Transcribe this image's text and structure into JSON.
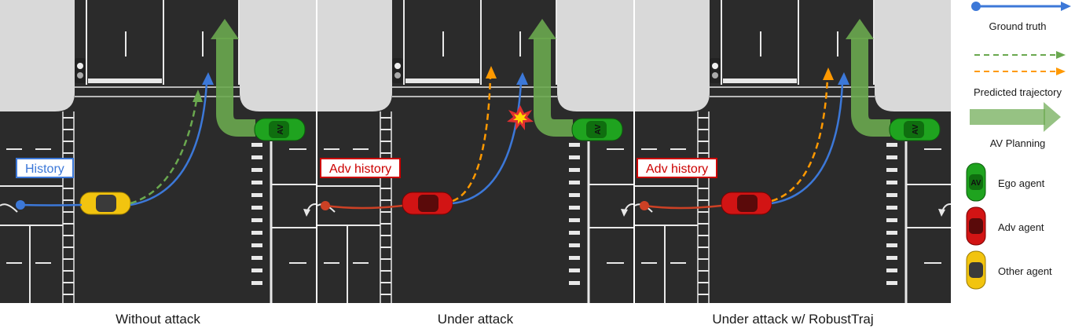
{
  "panels": [
    {
      "caption": "Without attack",
      "tag": "History"
    },
    {
      "caption": "Under attack",
      "tag": "Adv history"
    },
    {
      "caption": "Under attack w/ RobustTraj",
      "tag": "Adv history"
    }
  ],
  "legend": {
    "ground_truth": "Ground truth",
    "predicted": "Predicted trajectory",
    "planning": "AV Planning",
    "ego": "Ego agent",
    "adv": "Adv agent",
    "other": "Other agent"
  },
  "car_mark": "AV",
  "colors": {
    "ground_truth": "#3c78d8",
    "predicted_green": "#6aa84f",
    "predicted_orange": "#ff9900",
    "adv": "#cc4125",
    "planning": "#6aa84f",
    "ego_car": "#1fa31f",
    "adv_car": "#d21414",
    "other_car": "#f2c40f",
    "road": "#2b2b2b",
    "sidewalk": "#d9d9d9"
  }
}
